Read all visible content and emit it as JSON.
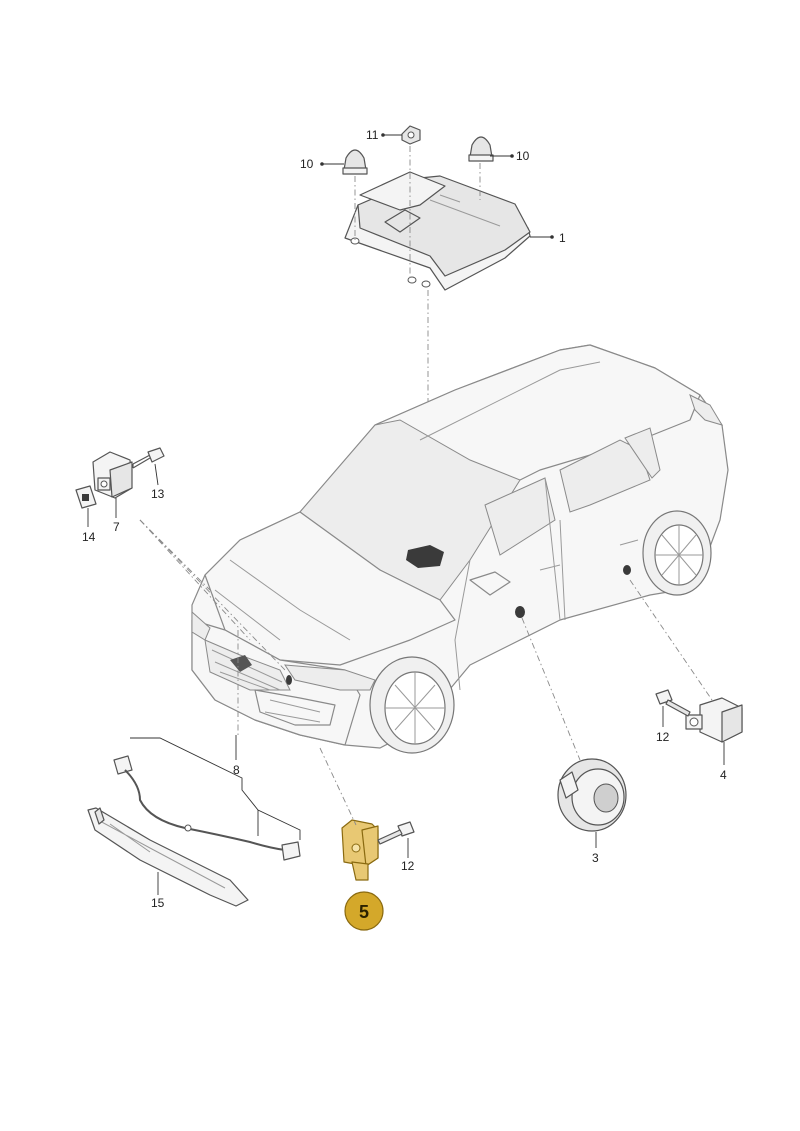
{
  "labels": {
    "p1": "1",
    "p3": "3",
    "p4": "4",
    "p7": "7",
    "p8": "8",
    "p10a": "10",
    "p10b": "10",
    "p11": "11",
    "p12a": "12",
    "p12b": "12",
    "p13": "13",
    "p14": "14",
    "p15": "15"
  },
  "highlight": {
    "label": "5",
    "color": "#d4a82a"
  }
}
